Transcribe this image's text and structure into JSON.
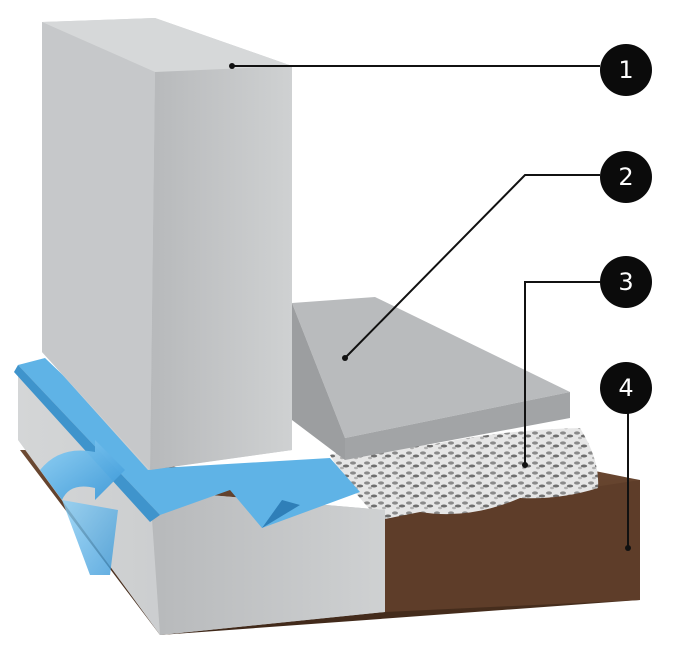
{
  "callouts": [
    {
      "label": "1",
      "part": "concrete-wall"
    },
    {
      "label": "2",
      "part": "concrete-floor-slab"
    },
    {
      "label": "3",
      "part": "gravel-layer"
    },
    {
      "label": "4",
      "part": "soil"
    }
  ],
  "colors": {
    "concrete": "#c9cbcc",
    "concrete_shadow": "#a9abad",
    "membrane": "#5fb3e6",
    "gravel": "#dcdcdc",
    "soil": "#5b3a28",
    "marker": "#0b0b0b"
  }
}
